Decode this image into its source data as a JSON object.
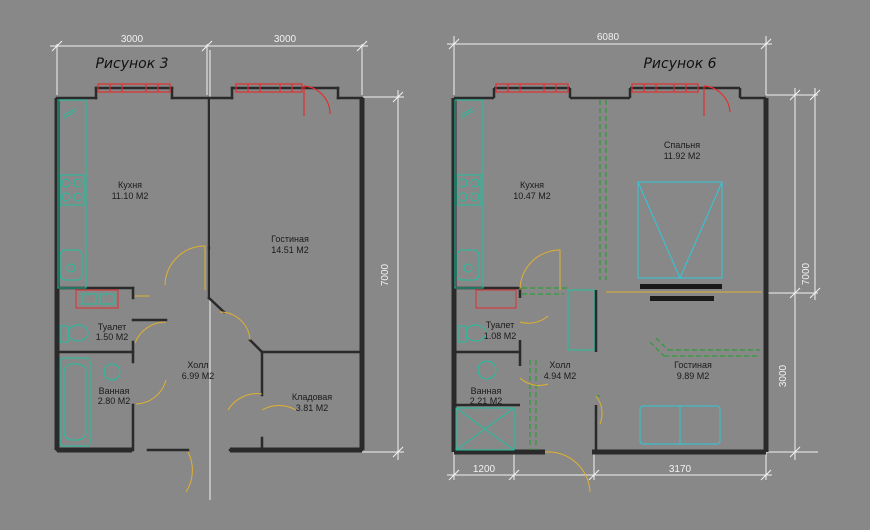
{
  "plans": [
    {
      "title": "Рисунок 3",
      "rooms": [
        {
          "name": "Кухня",
          "area": "11.10  М2"
        },
        {
          "name": "Гостиная",
          "area": "14.51  М2"
        },
        {
          "name": "Туалет",
          "area": "1.50  М2"
        },
        {
          "name": "Холл",
          "area": "6.99  М2"
        },
        {
          "name": "Ванная",
          "area": "2.80  М2"
        },
        {
          "name": "Кладовая",
          "area": "3.81  М2"
        }
      ],
      "dims": {
        "top_left": "3000",
        "top_right": "3000",
        "right": "7000"
      }
    },
    {
      "title": "Рисунок 6",
      "rooms": [
        {
          "name": "Спальня",
          "area": "11.92  М2"
        },
        {
          "name": "Кухня",
          "area": "10.47  М2"
        },
        {
          "name": "Туалет",
          "area": "1.08  М2"
        },
        {
          "name": "Холл",
          "area": "4.94  М2"
        },
        {
          "name": "Гостиная",
          "area": "9.89  М2"
        },
        {
          "name": "Ванная",
          "area": "2.21  М2"
        }
      ],
      "dims": {
        "top": "6080",
        "right_full": "7000",
        "right_lower": "3000",
        "bottom_left": "1200",
        "bottom_right": "3170"
      }
    }
  ],
  "colors": {
    "background": "#888888",
    "wall": "#2a2a2a",
    "window": "#e03030",
    "door": "#e0b030",
    "fixture": "#20c0a0",
    "new_wall": "#2f9a3a",
    "furniture": "#30c8d8",
    "dimension": "#f2f2f2"
  }
}
